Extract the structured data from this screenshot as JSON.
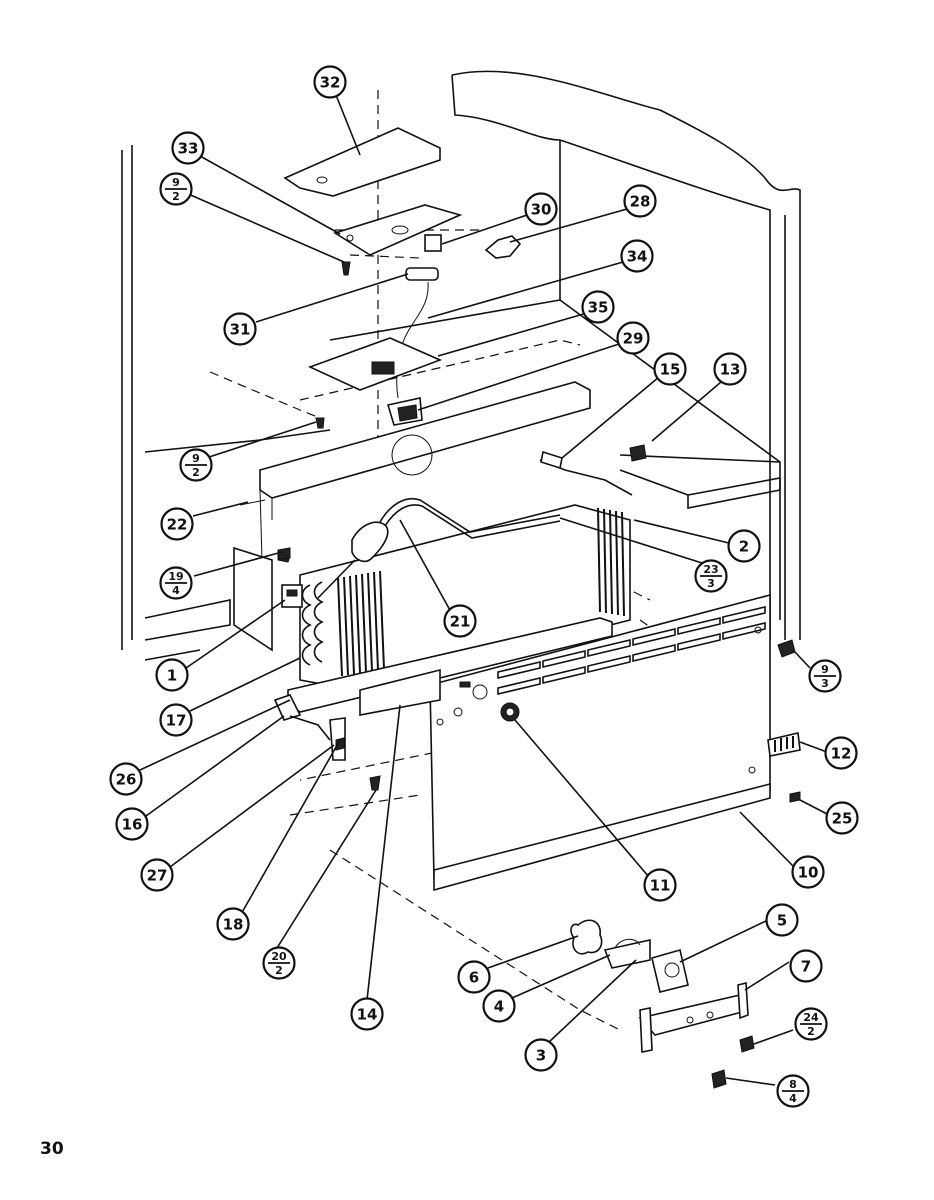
{
  "page_number": "30",
  "callouts": [
    {
      "key": "c32",
      "num": "32"
    },
    {
      "key": "c33",
      "num": "33"
    },
    {
      "key": "c9_2a",
      "num": "9",
      "den": "2"
    },
    {
      "key": "c30",
      "num": "30"
    },
    {
      "key": "c28",
      "num": "28"
    },
    {
      "key": "c34",
      "num": "34"
    },
    {
      "key": "c31",
      "num": "31"
    },
    {
      "key": "c35",
      "num": "35"
    },
    {
      "key": "c29",
      "num": "29"
    },
    {
      "key": "c15",
      "num": "15"
    },
    {
      "key": "c13",
      "num": "13"
    },
    {
      "key": "c9_2b",
      "num": "9",
      "den": "2"
    },
    {
      "key": "c22",
      "num": "22"
    },
    {
      "key": "c2",
      "num": "2"
    },
    {
      "key": "c23_3",
      "num": "23",
      "den": "3"
    },
    {
      "key": "c19_4",
      "num": "19",
      "den": "4"
    },
    {
      "key": "c21",
      "num": "21"
    },
    {
      "key": "c1",
      "num": "1"
    },
    {
      "key": "c9_3",
      "num": "9",
      "den": "3"
    },
    {
      "key": "c17",
      "num": "17"
    },
    {
      "key": "c26",
      "num": "26"
    },
    {
      "key": "c12",
      "num": "12"
    },
    {
      "key": "c16",
      "num": "16"
    },
    {
      "key": "c25",
      "num": "25"
    },
    {
      "key": "c27",
      "num": "27"
    },
    {
      "key": "c10",
      "num": "10"
    },
    {
      "key": "c11",
      "num": "11"
    },
    {
      "key": "c18",
      "num": "18"
    },
    {
      "key": "c20_2",
      "num": "20",
      "den": "2"
    },
    {
      "key": "c5",
      "num": "5"
    },
    {
      "key": "c6",
      "num": "6"
    },
    {
      "key": "c7",
      "num": "7"
    },
    {
      "key": "c4",
      "num": "4"
    },
    {
      "key": "c14",
      "num": "14"
    },
    {
      "key": "c24_2",
      "num": "24",
      "den": "2"
    },
    {
      "key": "c3",
      "num": "3"
    },
    {
      "key": "c8_4",
      "num": "8",
      "den": "4"
    }
  ]
}
